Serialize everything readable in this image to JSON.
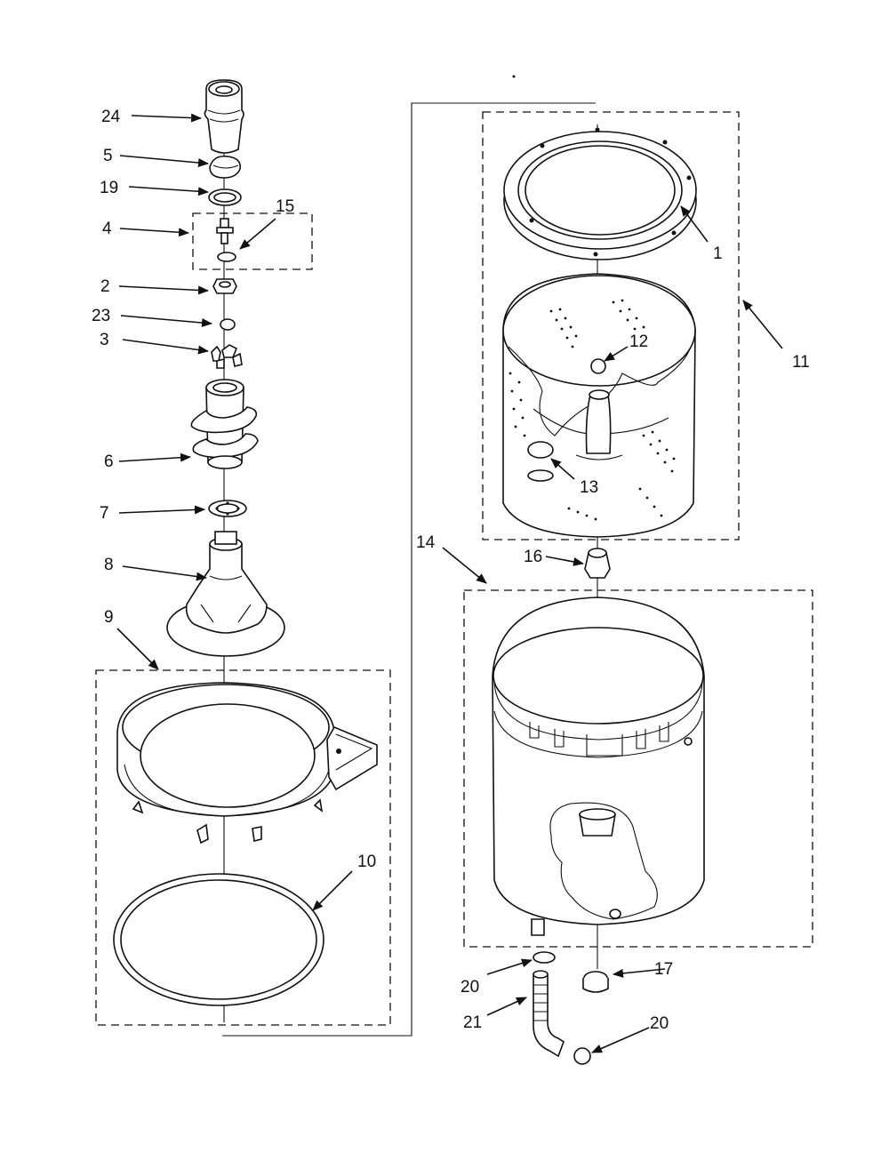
{
  "diagram": {
    "callouts": [
      {
        "id": "24",
        "label": "24"
      },
      {
        "id": "5",
        "label": "5"
      },
      {
        "id": "19",
        "label": "19"
      },
      {
        "id": "4",
        "label": "4"
      },
      {
        "id": "15",
        "label": "15"
      },
      {
        "id": "2",
        "label": "2"
      },
      {
        "id": "23",
        "label": "23"
      },
      {
        "id": "3",
        "label": "3"
      },
      {
        "id": "6",
        "label": "6"
      },
      {
        "id": "7",
        "label": "7"
      },
      {
        "id": "8",
        "label": "8"
      },
      {
        "id": "9",
        "label": "9"
      },
      {
        "id": "10",
        "label": "10"
      },
      {
        "id": "1",
        "label": "1"
      },
      {
        "id": "11",
        "label": "11"
      },
      {
        "id": "12",
        "label": "12"
      },
      {
        "id": "13",
        "label": "13"
      },
      {
        "id": "14",
        "label": "14"
      },
      {
        "id": "16",
        "label": "16"
      },
      {
        "id": "17",
        "label": "17"
      },
      {
        "id": "20a",
        "label": "20"
      },
      {
        "id": "21",
        "label": "21"
      },
      {
        "id": "20b",
        "label": "20"
      }
    ]
  }
}
